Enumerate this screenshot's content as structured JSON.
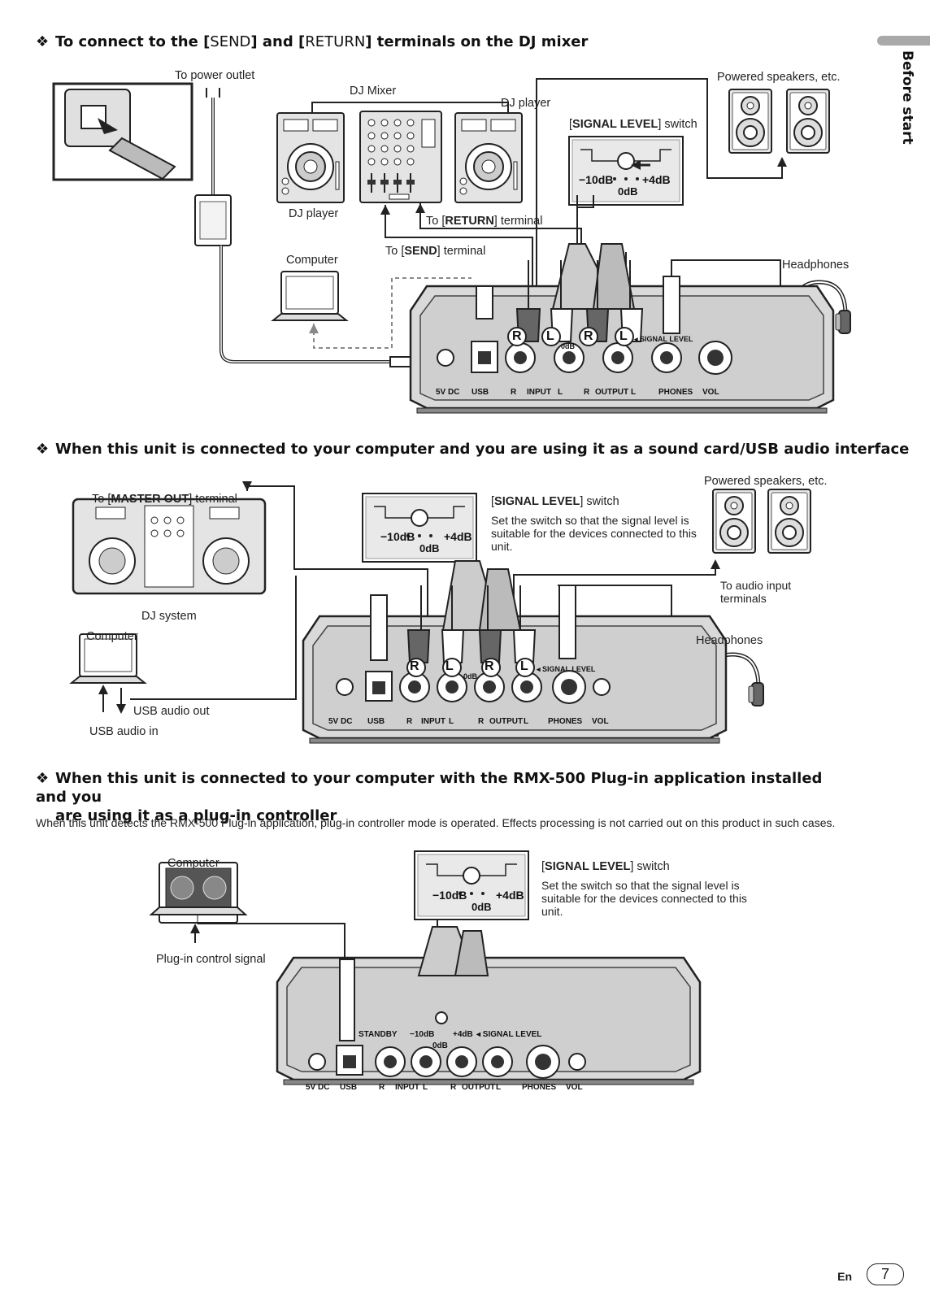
{
  "sidebar": {
    "tab_label": "Before start"
  },
  "footer": {
    "lang": "En",
    "page": "7"
  },
  "sections": [
    {
      "bullet": "❖",
      "title_pre": "To connect to the [",
      "title_send": "SEND",
      "title_mid": "] and [",
      "title_return": "RETURN",
      "title_post": "] terminals on the DJ mixer",
      "labels": {
        "power_outlet": "To power outlet",
        "dj_mixer": "DJ Mixer",
        "dj_player_right": "DJ player",
        "dj_player_left": "DJ player",
        "powered_speakers": "Powered speakers, etc.",
        "signal_level_open": "[",
        "signal_level_bold": "SIGNAL LEVEL",
        "signal_level_close": "] switch",
        "to_return_open": "To [",
        "to_return_bold": "RETURN",
        "to_return_close": "] terminal",
        "to_send_open": "To [",
        "to_send_bold": "SEND",
        "to_send_close": "] terminal",
        "computer": "Computer",
        "headphones": "Headphones"
      }
    },
    {
      "bullet": "❖",
      "title": "When this unit is connected to your computer and you are using it as a sound card/USB audio interface",
      "labels": {
        "master_out_open": "To [",
        "master_out_bold": "MASTER OUT",
        "master_out_close": "] terminal",
        "signal_level_open": "[",
        "signal_level_bold": "SIGNAL LEVEL",
        "signal_level_close": "] switch",
        "signal_note": "Set the switch so that the signal level is suitable for the devices connected to this unit.",
        "powered_speakers": "Powered speakers, etc.",
        "to_audio_input": "To audio input terminals",
        "dj_system": "DJ system",
        "computer": "Computer",
        "headphones": "Headphones",
        "usb_audio_out": "USB audio out",
        "usb_audio_in": "USB audio in"
      }
    },
    {
      "bullet": "❖",
      "title_line1": "When this unit is connected to your computer with the RMX-500 Plug-in application installed and you",
      "title_line2": "are using it as a plug-in controller",
      "paragraph": "When this unit detects the RMX-500 Plug-in application, plug-in controller mode is operated. Effects processing is not carried out on this product in such cases.",
      "labels": {
        "computer": "Computer",
        "signal_level_open": "[",
        "signal_level_bold": "SIGNAL LEVEL",
        "signal_level_close": "] switch",
        "signal_note": "Set the switch so that the signal level is suitable for the devices connected to this unit.",
        "plugin_signal": "Plug-in control signal"
      }
    }
  ],
  "panel": {
    "jack_labels": [
      "5V DC",
      "USB",
      "R",
      "INPUT",
      "L",
      "R",
      "OUTPUT",
      "L",
      "PHONES",
      "VOL"
    ],
    "standby": "STANDBY",
    "signal_level": "◂ SIGNAL LEVEL",
    "db_minus": "−10dB",
    "db_plus": "+4dB",
    "db_zero": "0dB",
    "plug_r": "R",
    "plug_l": "L"
  },
  "callout": {
    "db_minus": "−10dB",
    "db_plus": "+4dB",
    "db_zero": "0dB"
  }
}
